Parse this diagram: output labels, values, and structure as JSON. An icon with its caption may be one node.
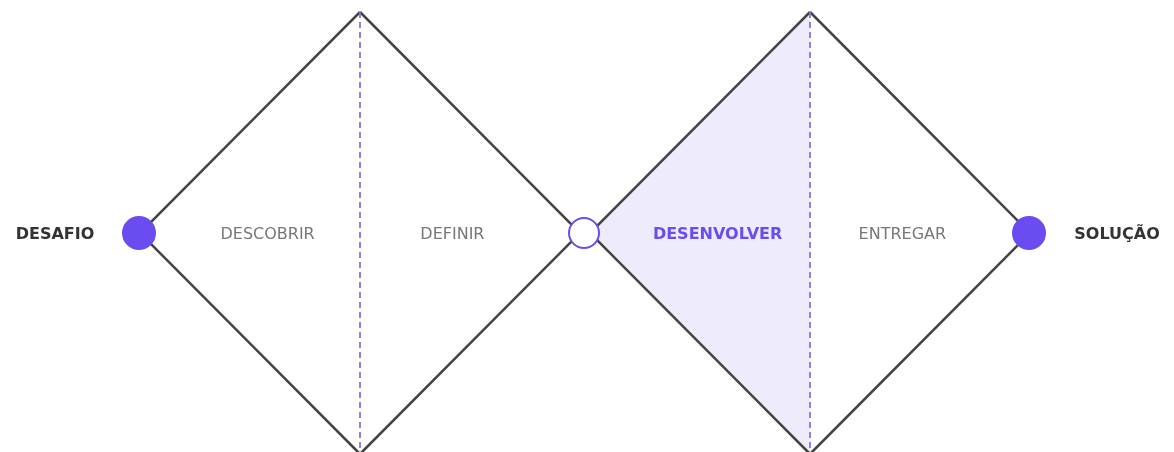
{
  "diagram": {
    "nodes": [
      {
        "text": [],
        "shape": "circle",
        "beside": [
          "DESAFIO"
        ]
      },
      {
        "text": [
          "DESCOBRIR"
        ]
      },
      {
        "text": [
          "DEFINIR"
        ]
      },
      {
        "text": [],
        "shape": "circle"
      },
      {
        "text": [
          "DESENVOLVER"
        ]
      },
      {
        "text": [
          "ENTREGAR"
        ]
      },
      {
        "text": [],
        "shape": "circle",
        "beside": [
          "SOLUÇÃO"
        ]
      }
    ],
    "edges": []
  }
}
